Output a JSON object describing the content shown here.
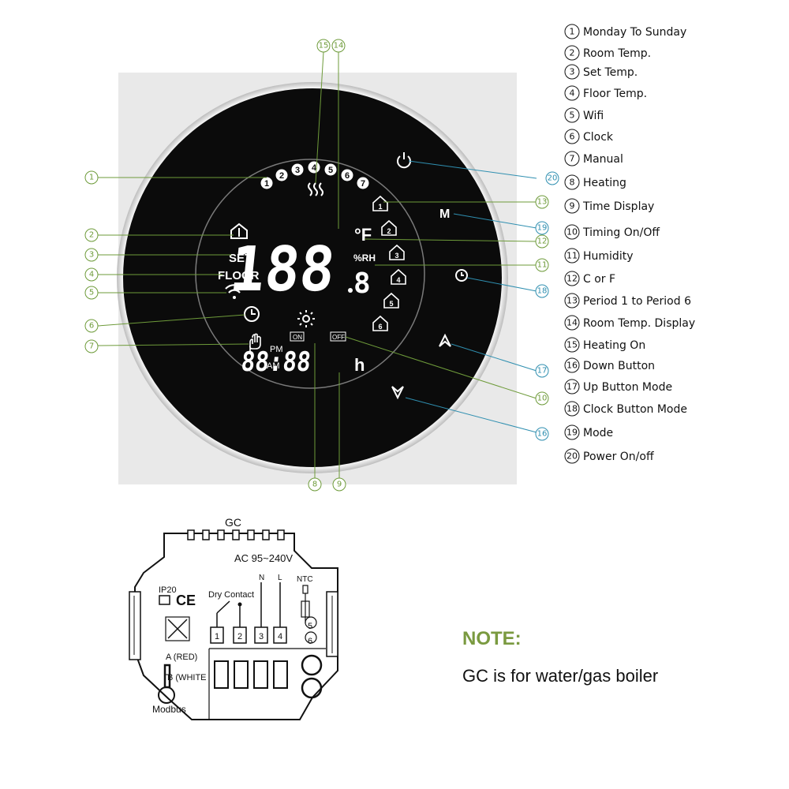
{
  "legend": [
    {
      "num": "1",
      "label": "Monday To Sunday"
    },
    {
      "num": "2",
      "label": "Room Temp."
    },
    {
      "num": "3",
      "label": "Set Temp."
    },
    {
      "num": "4",
      "label": "Floor Temp."
    },
    {
      "num": "5",
      "label": "Wifi"
    },
    {
      "num": "6",
      "label": "Clock"
    },
    {
      "num": "7",
      "label": "Manual"
    },
    {
      "num": "8",
      "label": "Heating"
    },
    {
      "num": "9",
      "label": "Time Display"
    },
    {
      "num": "10",
      "label": "Timing On/Off"
    },
    {
      "num": "11",
      "label": "Humidity"
    },
    {
      "num": "12",
      "label": "C or F"
    },
    {
      "num": "13",
      "label": "Period 1 to Period 6"
    },
    {
      "num": "14",
      "label": "Room Temp. Display"
    },
    {
      "num": "15",
      "label": "Heating On"
    },
    {
      "num": "16",
      "label": "Down Button"
    },
    {
      "num": "17",
      "label": "Up Button Mode"
    },
    {
      "num": "18",
      "label": "Clock Button Mode"
    },
    {
      "num": "19",
      "label": "Mode"
    },
    {
      "num": "20",
      "label": "Power On/off"
    }
  ],
  "display": {
    "days": [
      "1",
      "2",
      "3",
      "4",
      "5",
      "6",
      "7"
    ],
    "set_label": "SET",
    "floor_label": "FLOOR",
    "main_digits": "188",
    "decimal_digit": "8",
    "unit_f": "°F",
    "unit_rh": "%RH",
    "pm_label": "PM",
    "am_label": "AM",
    "time_digits": "88:88",
    "time_suffix": "h",
    "on_label": "ON",
    "off_label": "OFF",
    "mode_button": "M",
    "periods": [
      "1",
      "2",
      "3",
      "4",
      "5",
      "6"
    ]
  },
  "wiring": {
    "title": "GC",
    "voltage": "AC 95~240V",
    "ip": "IP20",
    "ce": "CE",
    "dry_contact": "Dry Contact",
    "terminal_n": "N",
    "terminal_l": "L",
    "ntc": "NTC",
    "terminals": [
      "1",
      "2",
      "3",
      "4"
    ],
    "ntc_terminals": [
      "5",
      "6"
    ],
    "a_label": "A (RED)",
    "b_label": "B (WHITE",
    "modbus": "Modbus"
  },
  "note": {
    "title": "NOTE:",
    "body": "GC is for water/gas boiler"
  },
  "colors": {
    "callout_green": "#6e9b3a",
    "callout_blue": "#2f8fb0",
    "panel_black": "#0b0b0b",
    "note_green": "#7a9a40"
  }
}
